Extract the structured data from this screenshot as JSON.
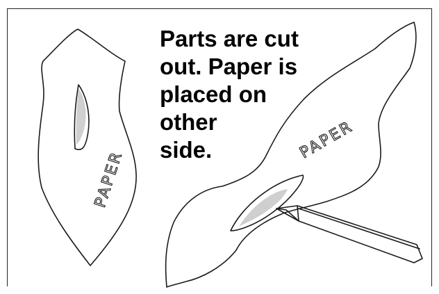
{
  "caption_lines": [
    "Parts are cut",
    "out. Paper is",
    "placed on",
    "other",
    "side."
  ],
  "left_figure": {
    "label": "PAPER"
  },
  "right_figure": {
    "label": "PAPER"
  },
  "colors": {
    "ink": "#1a1a1a",
    "background": "#ffffff"
  }
}
